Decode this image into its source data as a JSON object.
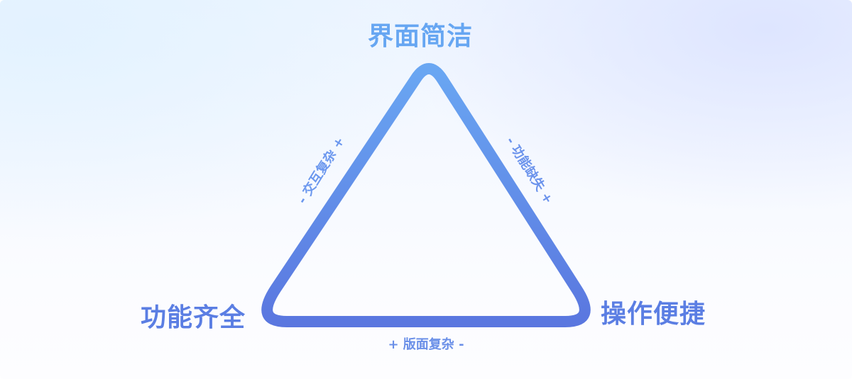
{
  "diagram": {
    "type": "trade-off-triangle",
    "vertices": {
      "top": "界面简洁",
      "bottom_left": "功能齐全",
      "bottom_right": "操作便捷"
    },
    "edges": {
      "left": "- 交互复杂 +",
      "right": "- 功能缺失 +",
      "bottom": "+ 版面复杂 -"
    },
    "colors": {
      "stroke_top": "#6aa6f2",
      "stroke_bottom": "#5a78e0",
      "top_label": "#66a6f2",
      "bottom_labels": "#5b7ee3",
      "background_top_left": "#e4f1fe",
      "background_top_right": "#dfe6ff",
      "background_bottom": "#fdfdff"
    }
  }
}
